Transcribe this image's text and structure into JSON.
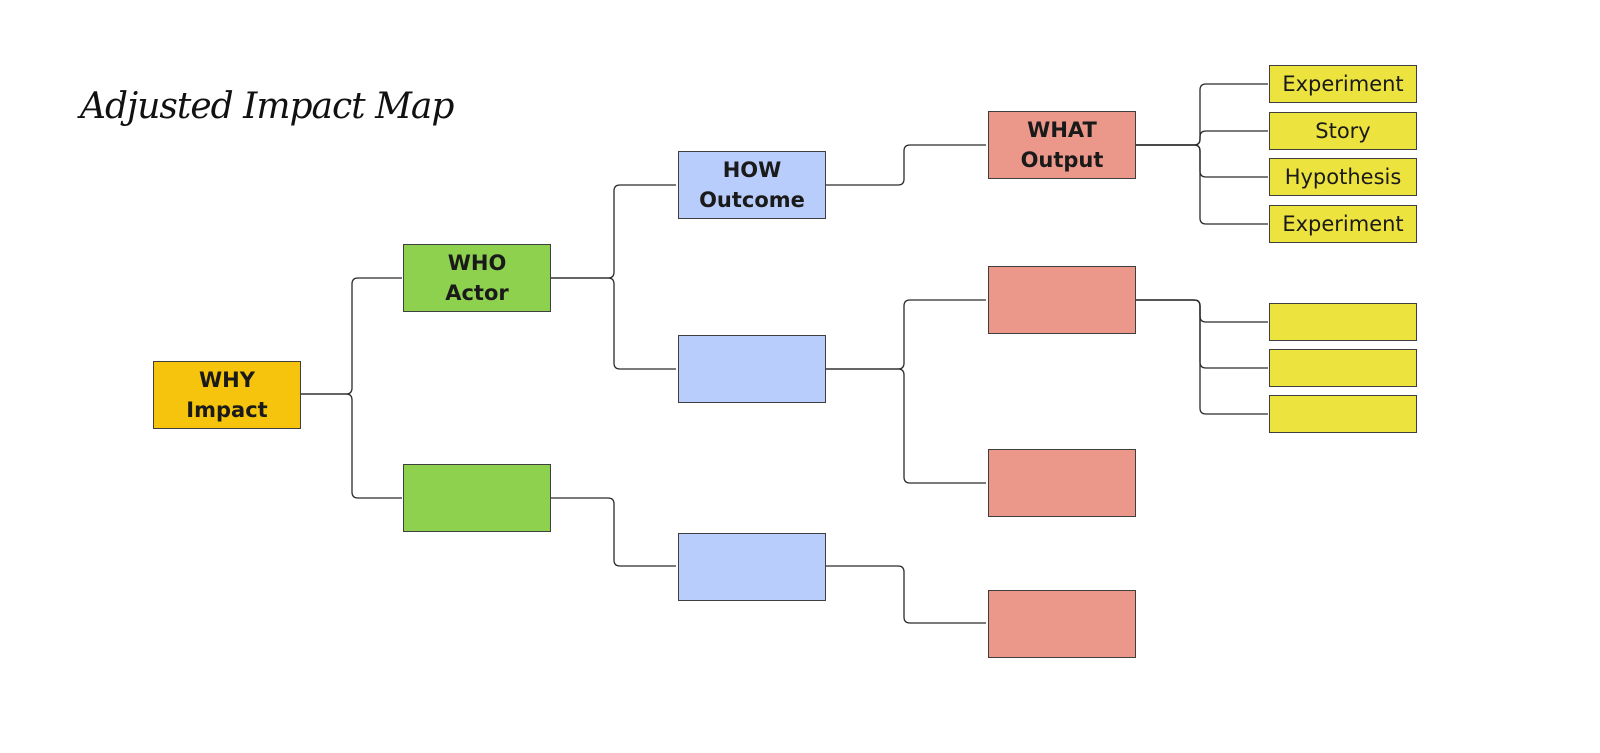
{
  "title": "Adjusted Impact Map",
  "colors": {
    "why": "#f6c40c",
    "who": "#8ed14f",
    "how": "#b8cdfc",
    "what": "#eb988a",
    "leaf": "#ede33e",
    "connector": "#2a2a2a"
  },
  "why": {
    "line1": "WHY",
    "line2": "Impact"
  },
  "who": [
    {
      "line1": "WHO",
      "line2": "Actor"
    },
    {
      "line1": "",
      "line2": ""
    }
  ],
  "how": [
    {
      "line1": "HOW",
      "line2": "Outcome"
    },
    {
      "line1": "",
      "line2": ""
    },
    {
      "line1": "",
      "line2": ""
    }
  ],
  "what": [
    {
      "line1": "WHAT",
      "line2": "Output"
    },
    {
      "line1": "",
      "line2": ""
    },
    {
      "line1": "",
      "line2": ""
    },
    {
      "line1": "",
      "line2": ""
    }
  ],
  "leaves": [
    "Experiment",
    "Story",
    "Hypothesis",
    "Experiment",
    "",
    "",
    ""
  ]
}
